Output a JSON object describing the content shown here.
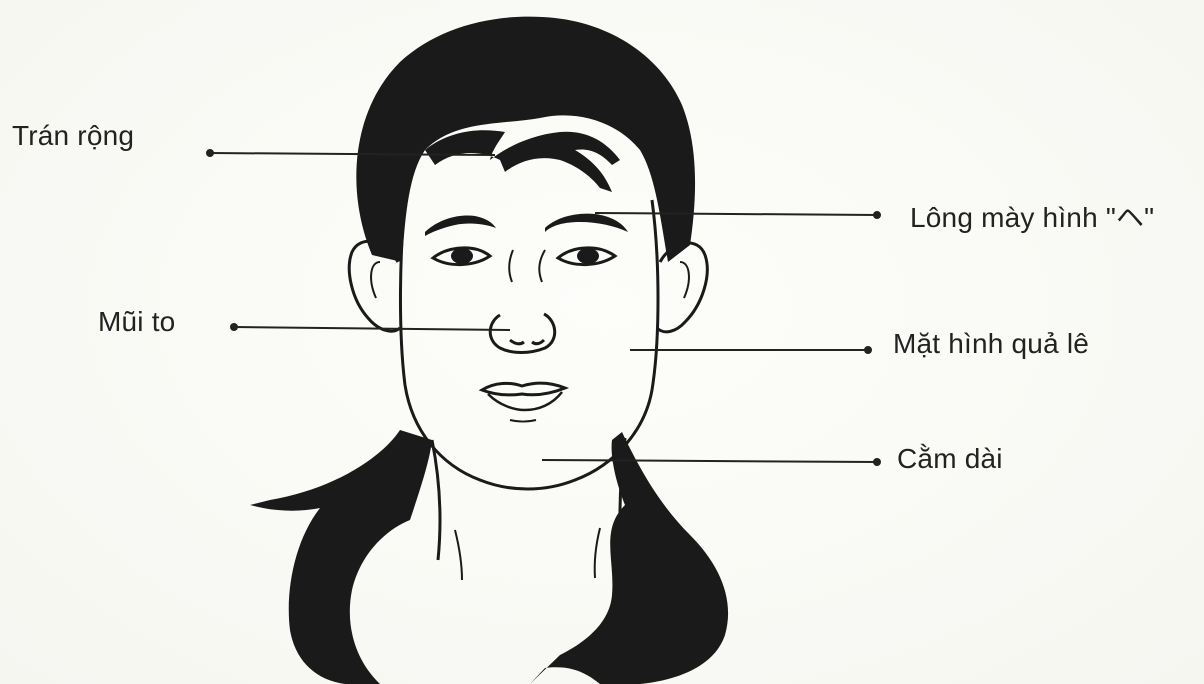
{
  "labels": {
    "forehead": "Trán rộng",
    "nose": "Mũi to",
    "eyebrow": "Lông mày hình \"ヘ\"",
    "face_shape": "Mặt hình quả lê",
    "chin": "Cằm dài"
  },
  "colors": {
    "ink": "#1a1a1a",
    "background": "#fbfbf7"
  }
}
